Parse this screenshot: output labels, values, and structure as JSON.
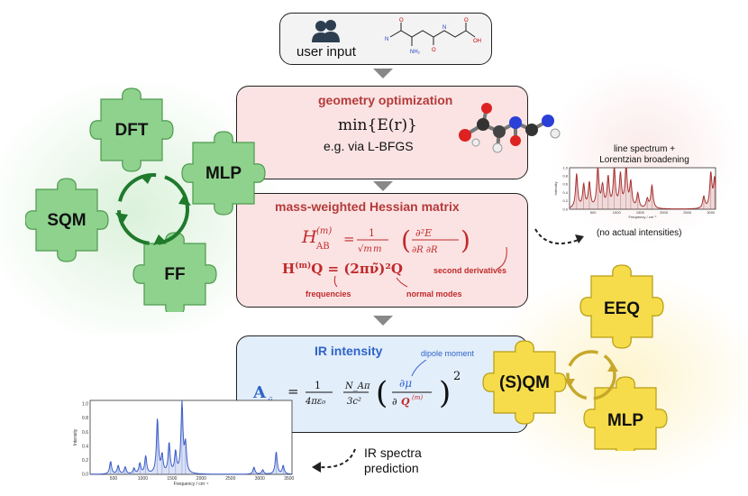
{
  "input": {
    "label": "user input"
  },
  "geometry": {
    "title": "geometry optimization",
    "formula": "min{E(r)}",
    "method": "e.g. via L-BFGS"
  },
  "hessian": {
    "title": "mass-weighted Hessian matrix",
    "second_derivatives": "second derivatives",
    "frequencies": "frequencies",
    "normal_modes": "normal modes"
  },
  "ir": {
    "title": "IR intensity",
    "dipole": "dipole moment"
  },
  "left_cycle": {
    "pieces": [
      "DFT",
      "MLP",
      "SQM",
      "FF"
    ],
    "color": "#8ed28e"
  },
  "right_cycle": {
    "pieces": [
      "EEQ",
      "(S)QM",
      "MLP"
    ],
    "color": "#f6dc4a"
  },
  "line_spectrum": {
    "caption": "line spectrum +\nLorentzian broadening",
    "note": "(no actual intensities)",
    "ylabel": "Intensity",
    "xlabel": "Frequency / cm⁻¹"
  },
  "ir_spectrum": {
    "caption": "IR spectra\nprediction",
    "ylabel": "Intensity",
    "xlabel": "Frequency / cm⁻¹"
  },
  "chart_data": [
    {
      "type": "line",
      "title": "",
      "xlabel": "Frequency / cm⁻¹",
      "ylabel": "Intensity",
      "xlim": [
        0,
        3100
      ],
      "ylim": [
        0,
        1.0
      ],
      "x_ticks": [
        500,
        1000,
        1500,
        2000,
        2500,
        3000
      ],
      "y_ticks": [
        0.0,
        0.2,
        0.4,
        0.6,
        0.8,
        1.0
      ],
      "peaks": [
        {
          "x": 150,
          "y": 0.82
        },
        {
          "x": 300,
          "y": 0.55
        },
        {
          "x": 420,
          "y": 0.6
        },
        {
          "x": 600,
          "y": 0.98
        },
        {
          "x": 700,
          "y": 0.5
        },
        {
          "x": 820,
          "y": 0.72
        },
        {
          "x": 950,
          "y": 0.93
        },
        {
          "x": 1080,
          "y": 0.78
        },
        {
          "x": 1200,
          "y": 0.99
        },
        {
          "x": 1300,
          "y": 0.6
        },
        {
          "x": 1450,
          "y": 0.35
        },
        {
          "x": 1650,
          "y": 0.22
        },
        {
          "x": 1750,
          "y": 0.55
        },
        {
          "x": 2850,
          "y": 0.28
        },
        {
          "x": 3000,
          "y": 0.82
        },
        {
          "x": 3080,
          "y": 0.7
        }
      ],
      "color": "#a83232"
    },
    {
      "type": "line",
      "title": "",
      "xlabel": "Frequency / cm⁻¹",
      "ylabel": "Intensity",
      "xlim": [
        100,
        3550
      ],
      "ylim": [
        0,
        1.05
      ],
      "x_ticks": [
        500,
        1000,
        1500,
        2000,
        2500,
        3000,
        3500
      ],
      "y_ticks": [
        0.0,
        0.2,
        0.4,
        0.6,
        0.8,
        1.0
      ],
      "peaks": [
        {
          "x": 450,
          "y": 0.18
        },
        {
          "x": 580,
          "y": 0.12
        },
        {
          "x": 700,
          "y": 0.1
        },
        {
          "x": 850,
          "y": 0.08
        },
        {
          "x": 950,
          "y": 0.15
        },
        {
          "x": 1050,
          "y": 0.25
        },
        {
          "x": 1250,
          "y": 0.78
        },
        {
          "x": 1330,
          "y": 0.25
        },
        {
          "x": 1450,
          "y": 0.43
        },
        {
          "x": 1560,
          "y": 0.3
        },
        {
          "x": 1670,
          "y": 1.0
        },
        {
          "x": 1730,
          "y": 0.4
        },
        {
          "x": 2900,
          "y": 0.1
        },
        {
          "x": 3050,
          "y": 0.06
        },
        {
          "x": 3280,
          "y": 0.32
        },
        {
          "x": 3400,
          "y": 0.12
        }
      ],
      "color": "#3a5cc8"
    }
  ]
}
